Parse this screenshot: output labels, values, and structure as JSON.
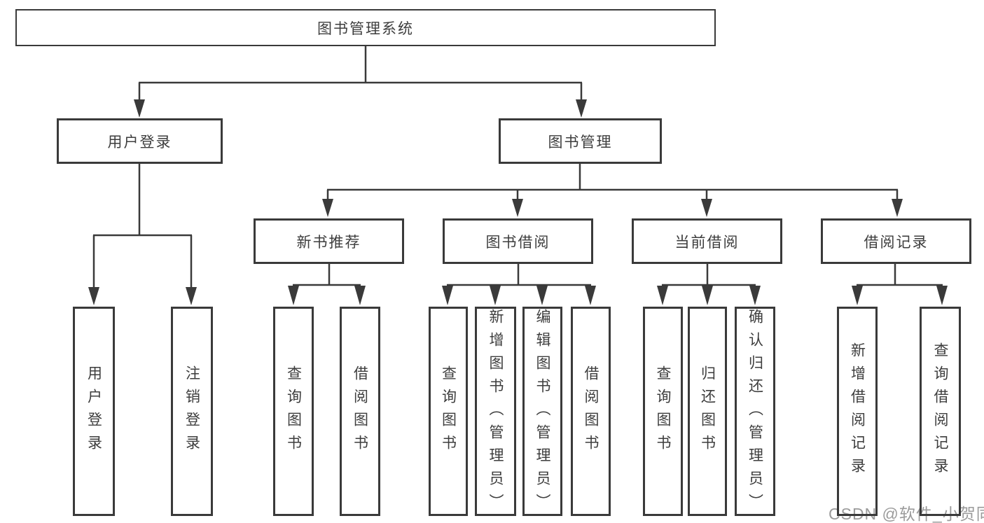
{
  "diagram_title": "图书管理系统",
  "tree": {
    "root": {
      "label": "图书管理系统",
      "children": [
        {
          "label": "用户登录",
          "children": [
            {
              "label": "用户登录"
            },
            {
              "label": "注销登录"
            }
          ]
        },
        {
          "label": "图书管理",
          "children": [
            {
              "label": "新书推荐",
              "children": [
                {
                  "label": "查询图书"
                },
                {
                  "label": "借阅图书"
                }
              ]
            },
            {
              "label": "图书借阅",
              "children": [
                {
                  "label": "查询图书"
                },
                {
                  "label": "新增图书（管理员）"
                },
                {
                  "label": "编辑图书（管理员）"
                },
                {
                  "label": "借阅图书"
                }
              ]
            },
            {
              "label": "当前借阅",
              "children": [
                {
                  "label": "查询图书"
                },
                {
                  "label": "归还图书"
                },
                {
                  "label": "确认归还（管理员）"
                }
              ]
            },
            {
              "label": "借阅记录",
              "children": [
                {
                  "label": "新增借阅记录"
                },
                {
                  "label": "查询借阅记录"
                }
              ]
            }
          ]
        }
      ]
    }
  },
  "watermark": "CSDN @软件_小贺同学",
  "colors": {
    "line": "#3a3a3a",
    "text": "#3d3d3d",
    "watermark": "#9b9b9b",
    "background": "#ffffff"
  }
}
